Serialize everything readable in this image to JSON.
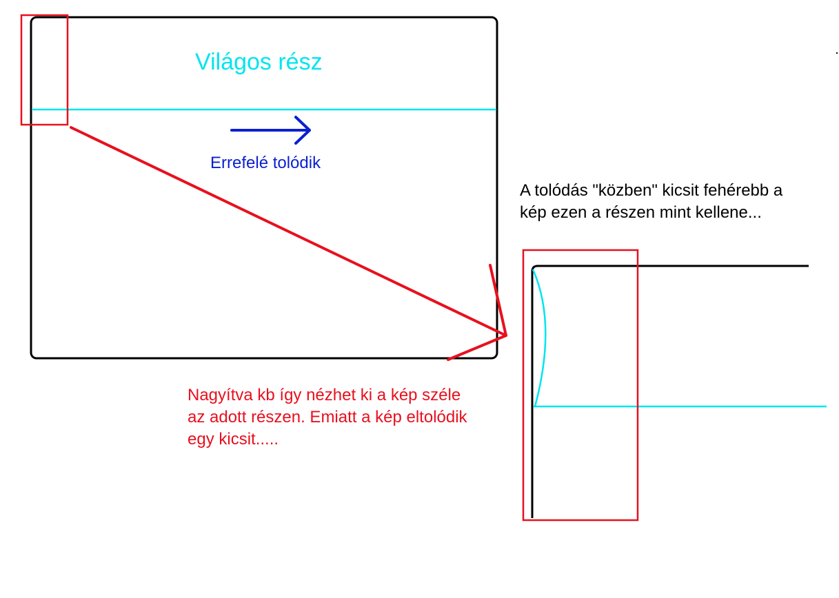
{
  "colors": {
    "outline": "#000000",
    "highlight": "#00e5ee",
    "annotation": "#e8101e",
    "direction": "#0a1fd0"
  },
  "labels": {
    "bright_part": "Világos rész",
    "direction": "Errefelé tolódik"
  },
  "notes": {
    "during_shift": [
      "A tolódás \"közben\" kicsit fehérebb a",
      "kép ezen a részen mint kellene..."
    ],
    "zoomed": [
      "Nagyítva kb így nézhet ki a kép széle",
      "az adott részen. Emiatt a kép eltolódik",
      "egy kicsit....."
    ]
  }
}
